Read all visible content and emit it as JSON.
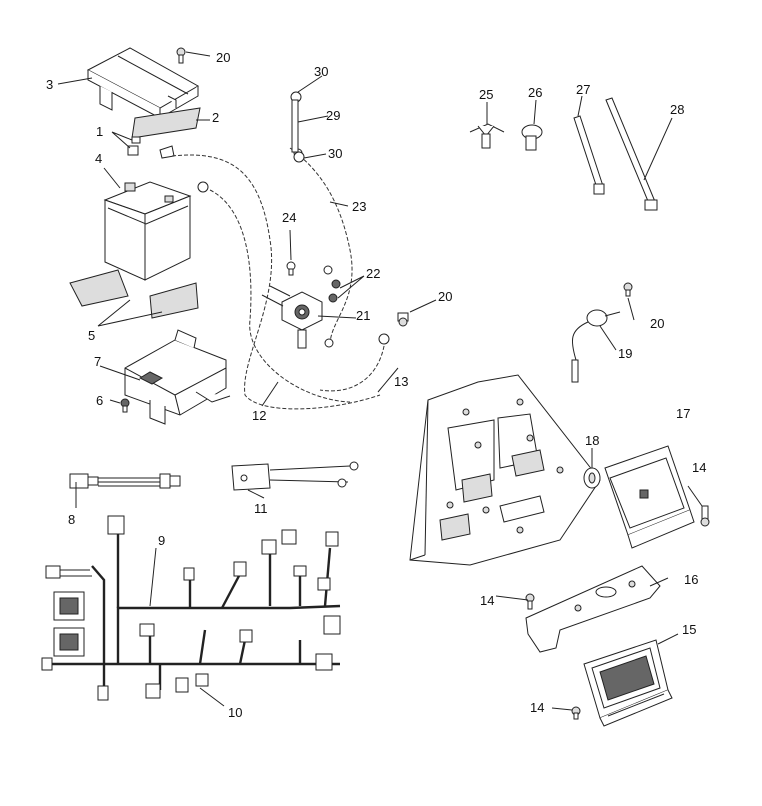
{
  "callouts": [
    {
      "id": "c1",
      "label": "1"
    },
    {
      "id": "c2",
      "label": "2"
    },
    {
      "id": "c3",
      "label": "3"
    },
    {
      "id": "c4",
      "label": "4"
    },
    {
      "id": "c5",
      "label": "5"
    },
    {
      "id": "c6",
      "label": "6"
    },
    {
      "id": "c7",
      "label": "7"
    },
    {
      "id": "c8",
      "label": "8"
    },
    {
      "id": "c9",
      "label": "9"
    },
    {
      "id": "c10",
      "label": "10"
    },
    {
      "id": "c11",
      "label": "11"
    },
    {
      "id": "c12",
      "label": "12"
    },
    {
      "id": "c13",
      "label": "13"
    },
    {
      "id": "c14a",
      "label": "14"
    },
    {
      "id": "c14b",
      "label": "14"
    },
    {
      "id": "c14c",
      "label": "14"
    },
    {
      "id": "c15",
      "label": "15"
    },
    {
      "id": "c16",
      "label": "16"
    },
    {
      "id": "c17",
      "label": "17"
    },
    {
      "id": "c18",
      "label": "18"
    },
    {
      "id": "c19",
      "label": "19"
    },
    {
      "id": "c20a",
      "label": "20"
    },
    {
      "id": "c20b",
      "label": "20"
    },
    {
      "id": "c20c",
      "label": "20"
    },
    {
      "id": "c21",
      "label": "21"
    },
    {
      "id": "c22",
      "label": "22"
    },
    {
      "id": "c23",
      "label": "23"
    },
    {
      "id": "c24",
      "label": "24"
    },
    {
      "id": "c25",
      "label": "25"
    },
    {
      "id": "c26",
      "label": "26"
    },
    {
      "id": "c27",
      "label": "27"
    },
    {
      "id": "c28",
      "label": "28"
    },
    {
      "id": "c29",
      "label": "29"
    },
    {
      "id": "c30a",
      "label": "30"
    },
    {
      "id": "c30b",
      "label": "30"
    }
  ]
}
